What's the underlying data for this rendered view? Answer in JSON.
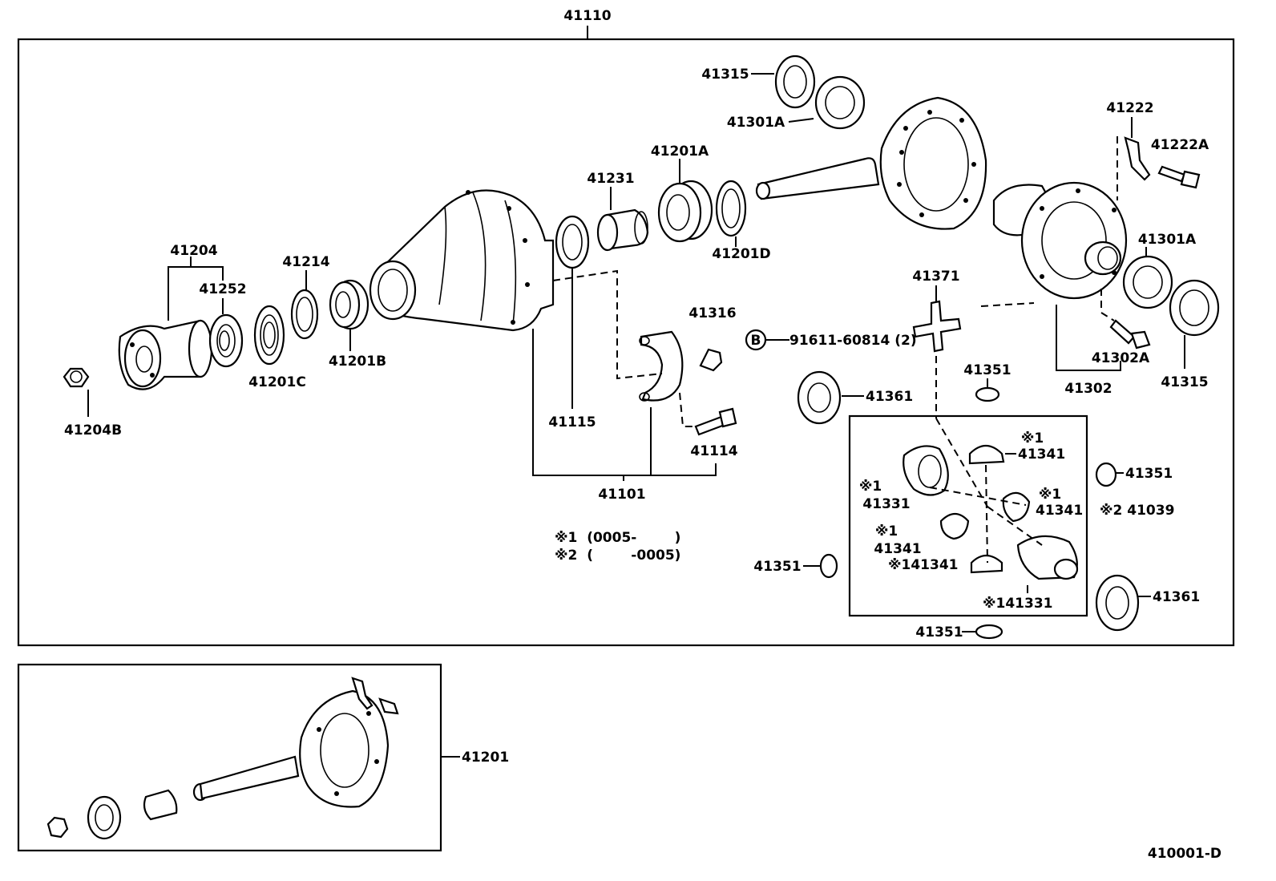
{
  "assembly_label": "41110",
  "subassembly_label": "41201",
  "drawing_number": "410001-D",
  "bolt_marker": "B",
  "notes": {
    "note1": "※1  (0005-        )",
    "note2": "※2  (        -0005)"
  },
  "labels": {
    "l41315_top": "41315",
    "l41301A_top": "41301A",
    "l41222": "41222",
    "l41222A": "41222A",
    "l41201A": "41201A",
    "l41231": "41231",
    "l41201D": "41201D",
    "l41301A_right": "41301A",
    "l41204": "41204",
    "l41252": "41252",
    "l41214": "41214",
    "l41371": "41371",
    "l41316": "41316",
    "l91611": "91611-60814 (2)",
    "l41302A": "41302A",
    "l41201C": "41201C",
    "l41201B": "41201B",
    "l41302": "41302",
    "l41315_right": "41315",
    "l41351_a": "41351",
    "l41361_a": "41361",
    "l41204B": "41204B",
    "l41115": "41115",
    "l41114": "41114",
    "l41341_a_mark": "※1",
    "l41341_a": "41341",
    "l41351_b": "41351",
    "l41331_mark": "※1",
    "l41331": "41331",
    "l41341_b": "※1\n41341",
    "l41341_b_mark": "※1",
    "l41341_b_num": "41341",
    "l41039": "※2 41039",
    "l41101": "41101",
    "l41341_c_mark": "※1",
    "l41341_c": "41341",
    "l41351_c": "41351",
    "l41341_d": "※141341",
    "l41331_b": "※141331",
    "l41361_b": "41361",
    "l41351_d": "41351"
  }
}
